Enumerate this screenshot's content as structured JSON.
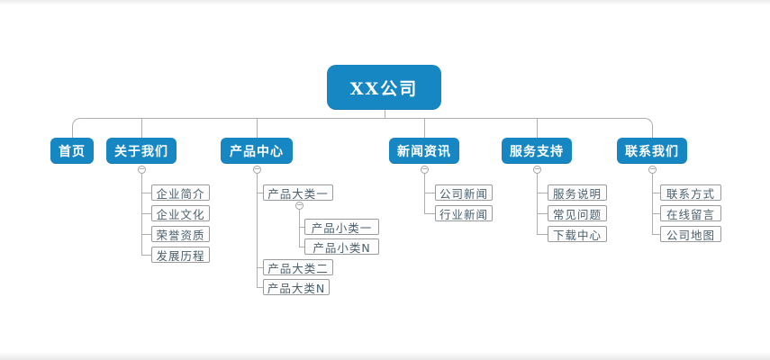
{
  "root": {
    "label": "XX公司"
  },
  "sections": [
    {
      "id": "home",
      "label": "首页",
      "children": []
    },
    {
      "id": "about",
      "label": "关于我们",
      "children": [
        {
          "label": "企业简介"
        },
        {
          "label": "企业文化"
        },
        {
          "label": "荣誉资质"
        },
        {
          "label": "发展历程"
        }
      ]
    },
    {
      "id": "products",
      "label": "产品中心",
      "children": [
        {
          "label": "产品大类一",
          "children": [
            {
              "label": "产品小类一"
            },
            {
              "label": "产品小类N"
            }
          ]
        },
        {
          "label": "产品大类二"
        },
        {
          "label": "产品大类N"
        }
      ]
    },
    {
      "id": "news",
      "label": "新闻资讯",
      "children": [
        {
          "label": "公司新闻"
        },
        {
          "label": "行业新闻"
        }
      ]
    },
    {
      "id": "service",
      "label": "服务支持",
      "children": [
        {
          "label": "服务说明"
        },
        {
          "label": "常见问题"
        },
        {
          "label": "下载中心"
        }
      ]
    },
    {
      "id": "contact",
      "label": "联系我们",
      "children": [
        {
          "label": "联系方式"
        },
        {
          "label": "在线留言"
        },
        {
          "label": "公司地图"
        }
      ]
    }
  ],
  "ui": {
    "collapse_glyph": "−"
  },
  "colors": {
    "node_blue": "#1787c4",
    "leaf_border": "#9b9b9b",
    "leaf_text": "#4a5f6d",
    "connector": "#aeaeae"
  }
}
